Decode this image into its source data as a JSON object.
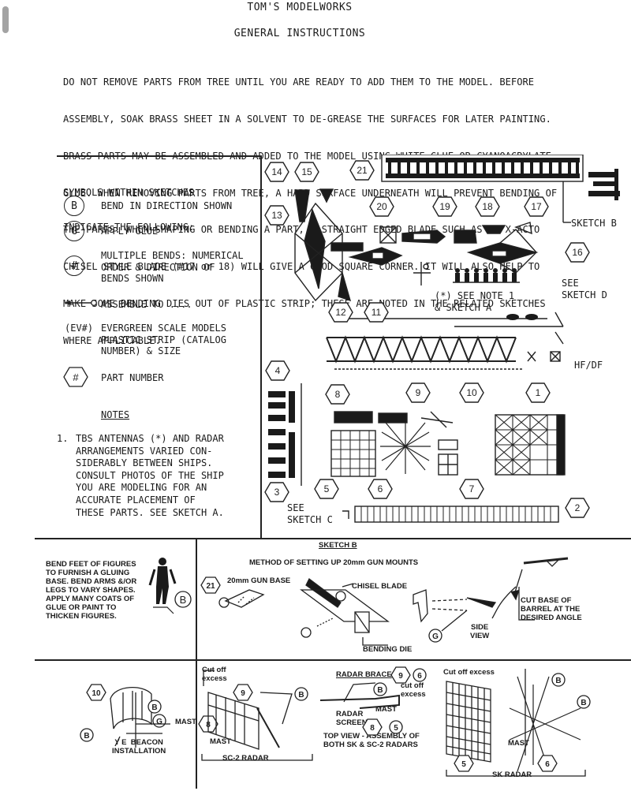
{
  "header": {
    "title": "TOM'S MODELWORKS",
    "subtitle": "GENERAL INSTRUCTIONS"
  },
  "intro_lines": [
    "DO NOT REMOVE PARTS FROM TREE UNTIL YOU ARE READY TO ADD THEM TO THE MODEL. BEFORE",
    "ASSEMBLY, SOAK BRASS SHEET IN A SOLVENT TO DE-GREASE THE SURFACES FOR LATER PAINTING.",
    "BRASS PARTS MAY BE ASSEMBLED AND ADDED TO THE MODEL USING WHITE GLUE OR CYANOACRYLATE",
    "GLUE. WHEN REMOVING PARTS FROM TREE, A HARD SURFACE UNDERNEATH WILL PREVENT BENDING OF",
    "THE PARTS. WHEN SHAPING OR BENDING A PART, A STRAIGHT EDGED BLADE SUCH AS AN X-ACTO",
    "CHISEL STYLE BLADE (#17 or 18) WILL GIVE A GOOD SQUARE CORNER. IT WILL ALSO HELP TO",
    "MAKE SOME BENDING DIES OUT OF PLASTIC STRIP; THESE ARE NOTED IN THE RELATED SKETCHES",
    "WHERE APPLICABLE."
  ],
  "symbols": {
    "heading_lines": [
      "SYMBOLS WITHIN SKETCHES",
      "INDICATE THE FOLLOWING:"
    ],
    "items": [
      {
        "symbol": "B",
        "text": "BEND IN DIRECTION SHOWN"
      },
      {
        "symbol": "G",
        "text": "APPLY GLUE"
      },
      {
        "symbol": "#",
        "text": "MULTIPLE BENDS: NUMERICAL\nORDER & DIRECTION OF\nBENDS SHOWN"
      },
      {
        "symbol": "",
        "text": "ASSEMBLE TO ...."
      },
      {
        "symbol": "(EV#)",
        "text": "EVERGREEN SCALE MODELS\nPLASTIC STRIP (CATALOG\nNUMBER) & SIZE"
      },
      {
        "symbol": "#",
        "text": "PART NUMBER"
      }
    ]
  },
  "notes": {
    "heading": "NOTES",
    "num": "1.",
    "text": "TBS ANTENNAS (*) AND RADAR\nARRANGEMENTS VARIED CON-\nSIDERABLY BETWEEN SHIPS.\nCONSULT PHOTOS OF THE SHIP\nYOU ARE MODELING FOR AN\nACCURATE PLACEMENT OF\nTHESE PARTS. SEE SKETCH A."
  },
  "parts_sheet": {
    "part_numbers": [
      "14",
      "15",
      "21",
      "13",
      "20",
      "19",
      "18",
      "17",
      "16",
      "12",
      "11",
      "4",
      "8",
      "9",
      "10",
      "1",
      "3",
      "5",
      "6",
      "7",
      "2"
    ],
    "labels": {
      "sketch_b": "SKETCH B",
      "see_sketch_d": "SEE\nSKETCH D",
      "note_ref": "(*) SEE NOTE 1\n& SKETCH A",
      "hf_df": "HF/DF",
      "see_sketch_c": "SEE\nSKETCH C"
    }
  },
  "figures_note": "BEND FEET OF FIGURES\nTO FURNISH A GLUING\nBASE. BEND ARMS &/OR\nLEGS TO VARY SHAPES.\nAPPLY MANY COATS OF\nGLUE OR PAINT TO\nTHICKEN FIGURES.",
  "sketch_b": {
    "title": "SKETCH B",
    "method": "METHOD OF SETTING UP 20mm GUN MOUNTS",
    "gun_base": "20mm GUN BASE",
    "chisel_blade": "CHISEL BLADE",
    "bending_die": "BENDING DIE",
    "side_view": "SIDE\nVIEW",
    "cut_base": "CUT BASE OF\nBARREL AT THE\nDESIRED ANGLE"
  },
  "bottom": {
    "ye_beacon": "Y E  BEACON\nINSTALLATION",
    "mast": "MAST",
    "cut_off_excess": "Cut off\nexcess",
    "sc2_radar": "SC-2 RADAR",
    "radar_brace": "RADAR BRACE",
    "cut_off_excess2": "cut off\nexcess",
    "radar_screen": "RADAR\nSCREEN",
    "top_view": "TOP VIEW - ASSEMBLY OF\nBOTH SK & SC-2 RADARS",
    "cut_off_excess3": "Cut off excess",
    "sk_radar": "SK RADAR"
  }
}
